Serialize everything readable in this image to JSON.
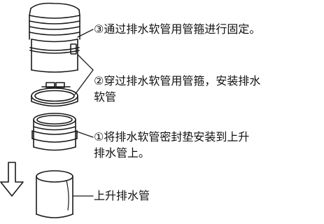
{
  "labels": {
    "step3": "③通过排水软管用管箍进行固定。",
    "step2_line1": "②穿过排水软管用管箍，安装排水",
    "step2_line2": "软管",
    "step1_line1": "①将排水软管密封垫安装到上升",
    "step1_line2": "排水管上。",
    "riser": "上升排水管"
  },
  "colors": {
    "line": "#1a1a1a",
    "fill": "#ffffff"
  },
  "icons": {
    "arrow": "down-arrow-icon"
  }
}
